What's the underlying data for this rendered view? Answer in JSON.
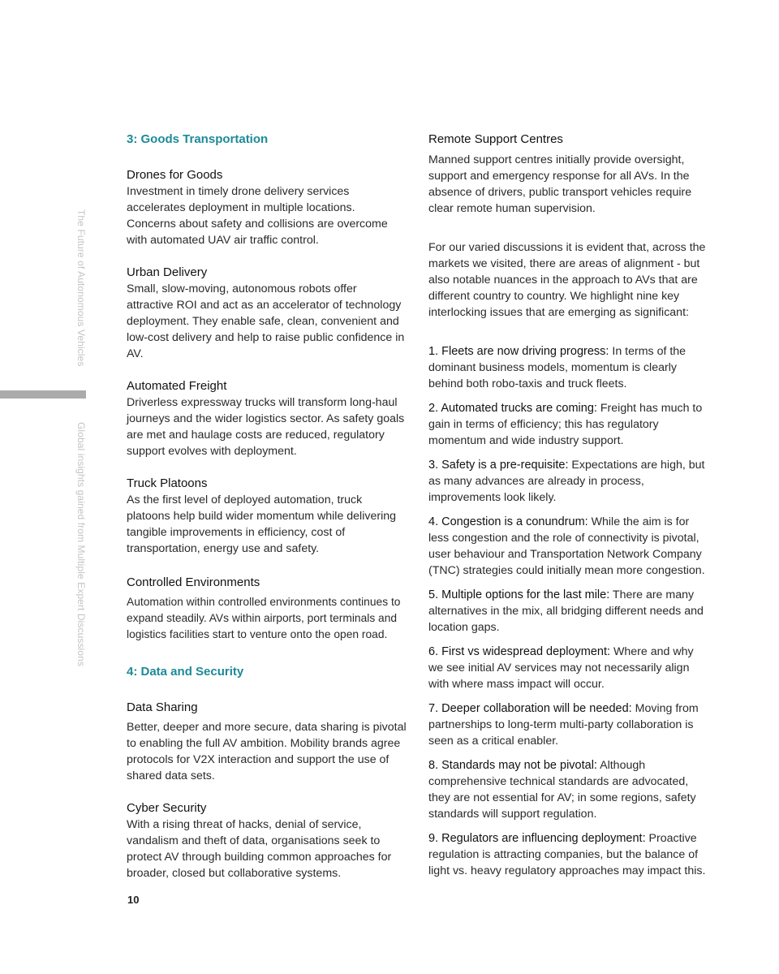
{
  "side": {
    "top": "The Future of Autonomous Vehicles",
    "bottom": "Global insights gained from Multiple Expert Discussions"
  },
  "left": {
    "section3": "3: Goods Transportation",
    "items3": [
      {
        "title": "Drones for Goods",
        "body": "Investment in timely drone delivery services accelerates deployment in multiple locations. Concerns about safety and collisions are overcome with automated UAV air traffic control."
      },
      {
        "title": "Urban Delivery",
        "body": "Small, slow-moving, autonomous robots offer attractive ROI and act as an accelerator of technology deployment. They enable safe, clean, convenient and low-cost delivery and help to raise public confidence in AV."
      },
      {
        "title": "Automated Freight",
        "body": "Driverless expressway trucks will transform long-haul journeys and the wider logistics sector. As safety goals are met and haulage costs are reduced, regulatory support evolves with deployment."
      },
      {
        "title": "Truck Platoons",
        "body": "As the first level of deployed automation, truck platoons help build wider momentum while delivering tangible improvements in efficiency, cost of transportation, energy use and safety."
      },
      {
        "title": "Controlled Environments",
        "body": "Automation within controlled environments continues to expand steadily. AVs within airports, port terminals and logistics facilities start to venture onto the open road."
      }
    ],
    "section4": "4: Data and Security",
    "items4": [
      {
        "title": "Data Sharing",
        "body": "Better, deeper and more secure, data sharing is pivotal to enabling the full AV ambition. Mobility brands agree protocols for V2X interaction and support the use of shared data sets."
      },
      {
        "title": "Cyber Security",
        "body": "With a rising threat of hacks, denial of service, vandalism and theft of data, organisations seek to protect AV through building common approaches for broader, closed but collaborative systems."
      }
    ],
    "page_number": "10"
  },
  "right": {
    "remote_title": "Remote Support Centres",
    "remote_body": "Manned support centres initially provide oversight, support and emergency response for all AVs. In the absence of drivers, public transport vehicles require clear remote human supervision.",
    "intro": "For our varied discussions it is evident that, across the markets we visited, there are areas of alignment - but also notable nuances in the approach to AVs that are different country to country. We highlight nine key interlocking issues that are emerging as significant:",
    "issues": [
      {
        "title": "1. Fleets are now driving progress:",
        "body": " In terms of the dominant business models, momentum is clearly behind both robo-taxis and truck fleets."
      },
      {
        "title": "2. Automated trucks are coming:",
        "body": " Freight has much to gain in terms of efficiency; this has regulatory momentum and wide industry support."
      },
      {
        "title": "3. Safety is a pre-requisite:",
        "body": " Expectations are high, but as many advances are already in process, improvements look likely."
      },
      {
        "title": "4. Congestion is a conundrum:",
        "body": " While the aim is for less congestion and the role of connectivity is pivotal, user behaviour and Transportation Network Company (TNC) strategies could initially mean more congestion."
      },
      {
        "title": "5. Multiple options for the last mile:",
        "body": " There are many alternatives in the mix, all bridging different needs and location gaps."
      },
      {
        "title": "6. First vs widespread deployment:",
        "body": " Where and why we see initial AV services may not necessarily align with where mass impact will occur."
      },
      {
        "title": "7. Deeper collaboration will be needed:",
        "body": " Moving from partnerships to long-term multi-party collaboration is seen as a critical enabler."
      },
      {
        "title": "8. Standards may not be pivotal:",
        "body": " Although comprehensive technical standards are advocated, they are not essential for AV; in some regions, safety standards will support regulation."
      },
      {
        "title": "9. Regulators are influencing deployment:",
        "body": " Proactive regulation is attracting companies, but the balance of light vs. heavy regulatory approaches may impact this."
      }
    ]
  }
}
